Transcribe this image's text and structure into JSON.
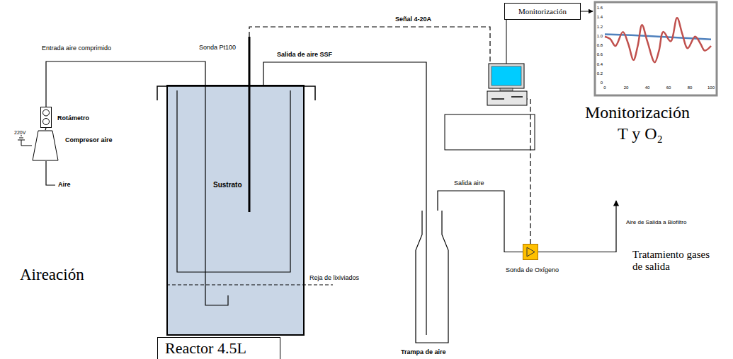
{
  "diagram": {
    "nodes": [
      {
        "text": [
          "Sustrato"
        ]
      },
      {
        "text": [
          "Reactor 4.5L"
        ]
      },
      {
        "text": [
          "Rotámetro"
        ]
      },
      {
        "text": [
          "Compresor aire"
        ]
      },
      {
        "text": [
          "Trampa de aire"
        ]
      },
      {
        "text": [
          "Sonda de Oxígeno"
        ]
      },
      {
        "text": [
          "Monitorización"
        ]
      }
    ],
    "edges": [
      {
        "from": 3,
        "to": 2,
        "arrow": "none"
      },
      {
        "from": 2,
        "to": 0,
        "label": "Entrada aire comprimido",
        "arrow": "none"
      },
      {
        "from": 0,
        "to": 4,
        "label": "Salida de aire SSF",
        "arrow": "none"
      },
      {
        "from": 4,
        "to": 5,
        "label": "Salida aire",
        "arrow": "none"
      }
    ],
    "labels": [
      "Sonda Pt100",
      "Señal 4-20A",
      "Reja de lixiviados",
      "220V",
      "Aire",
      "Aireación",
      "Aire de Salida a Biofiltro",
      "Tratamiento gases de salida",
      "Monitorización",
      "T y O₂",
      "0",
      "0.2",
      "0.4",
      "0.6",
      "0.8",
      "1.0",
      "1.2",
      "1.4",
      "1.6",
      "0",
      "20",
      "40",
      "60",
      "80",
      "100"
    ]
  }
}
